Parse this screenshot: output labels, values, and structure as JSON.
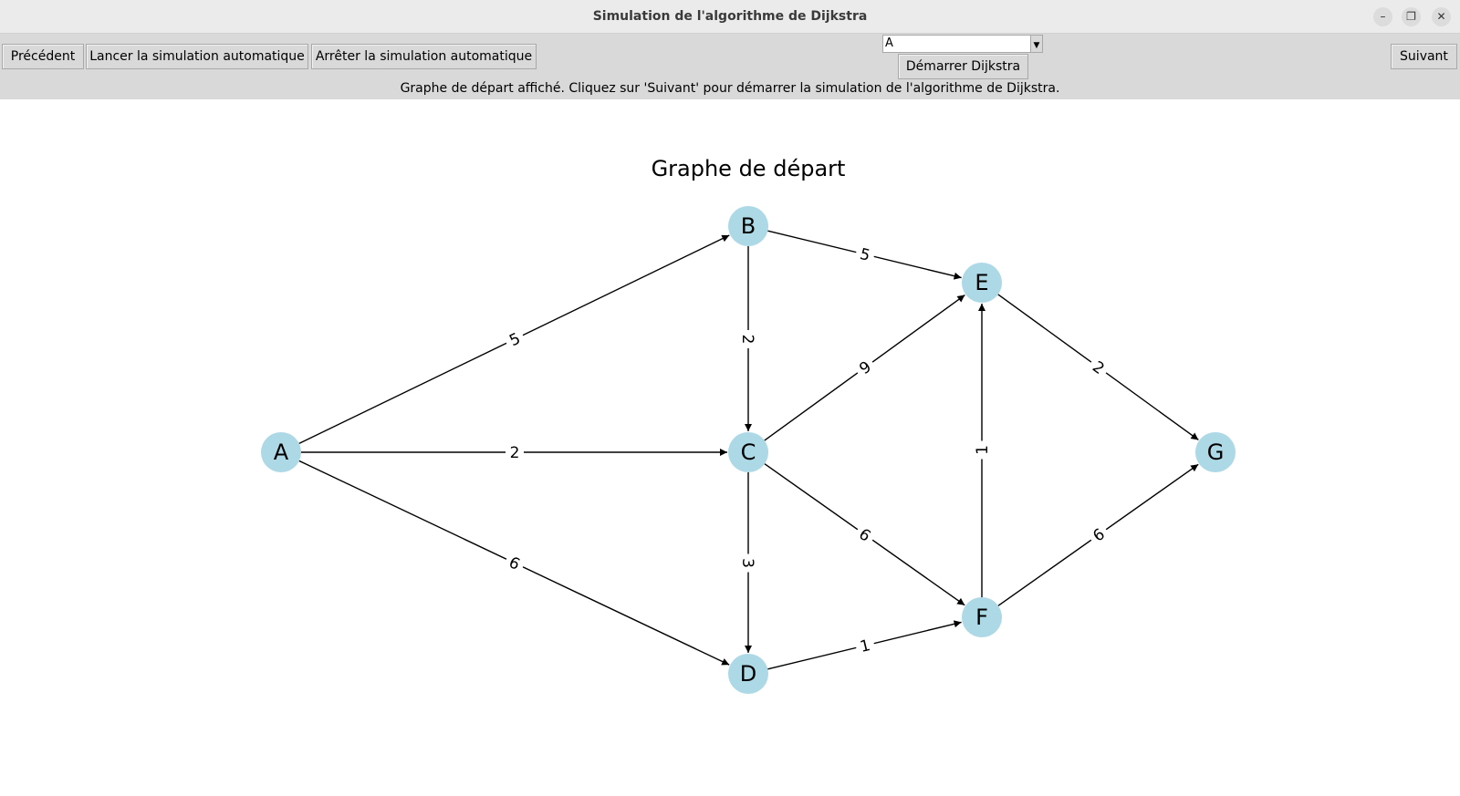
{
  "window": {
    "title": "Simulation de l'algorithme de Dijkstra",
    "minimize_glyph": "–",
    "maximize_glyph": "❐",
    "close_glyph": "✕"
  },
  "toolbar": {
    "previous_label": "Précédent",
    "auto_start_label": "Lancer la simulation automatique",
    "auto_stop_label": "Arrêter la simulation automatique",
    "start_node_value": "A",
    "start_dijkstra_label": "Démarrer Dijkstra",
    "next_label": "Suivant"
  },
  "status": {
    "message": "Graphe de départ affiché. Cliquez sur 'Suivant' pour démarrer la simulation de l'algorithme de Dijkstra."
  },
  "graph": {
    "title": "Graphe de départ",
    "node_color": "#add8e6",
    "nodes": [
      "A",
      "B",
      "C",
      "D",
      "E",
      "F",
      "G"
    ],
    "edges": [
      {
        "from": "A",
        "to": "B",
        "weight": "5"
      },
      {
        "from": "A",
        "to": "C",
        "weight": "2"
      },
      {
        "from": "A",
        "to": "D",
        "weight": "6"
      },
      {
        "from": "B",
        "to": "C",
        "weight": "2"
      },
      {
        "from": "B",
        "to": "E",
        "weight": "5"
      },
      {
        "from": "C",
        "to": "E",
        "weight": "9"
      },
      {
        "from": "C",
        "to": "F",
        "weight": "6"
      },
      {
        "from": "C",
        "to": "D",
        "weight": "3"
      },
      {
        "from": "D",
        "to": "F",
        "weight": "1"
      },
      {
        "from": "F",
        "to": "E",
        "weight": "1"
      },
      {
        "from": "E",
        "to": "G",
        "weight": "2"
      },
      {
        "from": "F",
        "to": "G",
        "weight": "6"
      }
    ]
  }
}
